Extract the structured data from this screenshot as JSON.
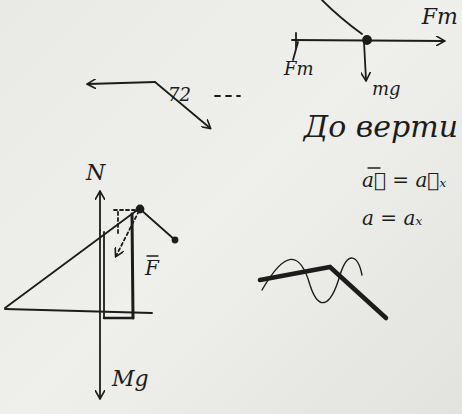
{
  "diagram": {
    "labels": [
      "Fт",
      "Fт",
      "mg",
      "72",
      "До верти",
      "a⃗ = a⃗ₓ",
      "a = aₓ",
      "N",
      "F",
      "Mg"
    ]
  }
}
